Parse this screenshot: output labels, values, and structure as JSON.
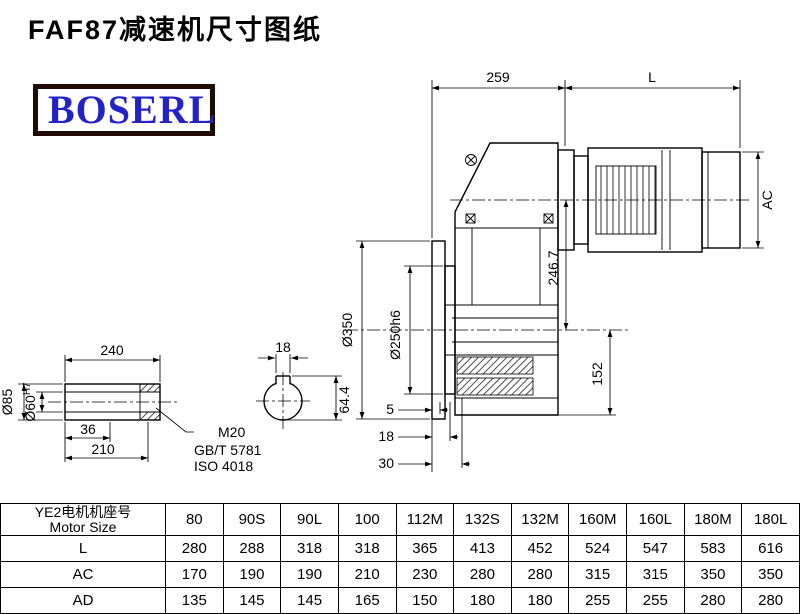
{
  "title": "FAF87减速机尺寸图纸",
  "logo_text": "BOSERL",
  "dims": {
    "top_259": "259",
    "top_L": "L",
    "ac": "AC",
    "flange_350": "Ø350",
    "flange_250": "Ø250h6",
    "axis_2467": "246.7",
    "bottom_152": "152",
    "off_5": "5",
    "off_18": "18",
    "off_30": "30",
    "shaft_240": "240",
    "shaft_d85": "Ø85",
    "shaft_d60": "Ø60",
    "shaft_d60_tol": "H7",
    "shaft_36": "36",
    "shaft_210": "210",
    "thread_m20": "M20",
    "thread_gb": "GB/T 5781",
    "thread_iso": "ISO 4018",
    "key_18": "18",
    "key_644": "64.4"
  },
  "table": {
    "header_cn": "YE2电机机座号",
    "header_en": "Motor Size",
    "columns": [
      "80",
      "90S",
      "90L",
      "100",
      "112M",
      "132S",
      "132M",
      "160M",
      "160L",
      "180M",
      "180L"
    ],
    "rows": [
      {
        "label": "L",
        "values": [
          "280",
          "288",
          "318",
          "318",
          "365",
          "413",
          "452",
          "524",
          "547",
          "583",
          "616"
        ]
      },
      {
        "label": "AC",
        "values": [
          "170",
          "190",
          "190",
          "210",
          "230",
          "280",
          "280",
          "315",
          "315",
          "350",
          "350"
        ]
      },
      {
        "label": "AD",
        "values": [
          "135",
          "145",
          "145",
          "165",
          "150",
          "180",
          "180",
          "255",
          "255",
          "280",
          "280"
        ]
      }
    ]
  }
}
